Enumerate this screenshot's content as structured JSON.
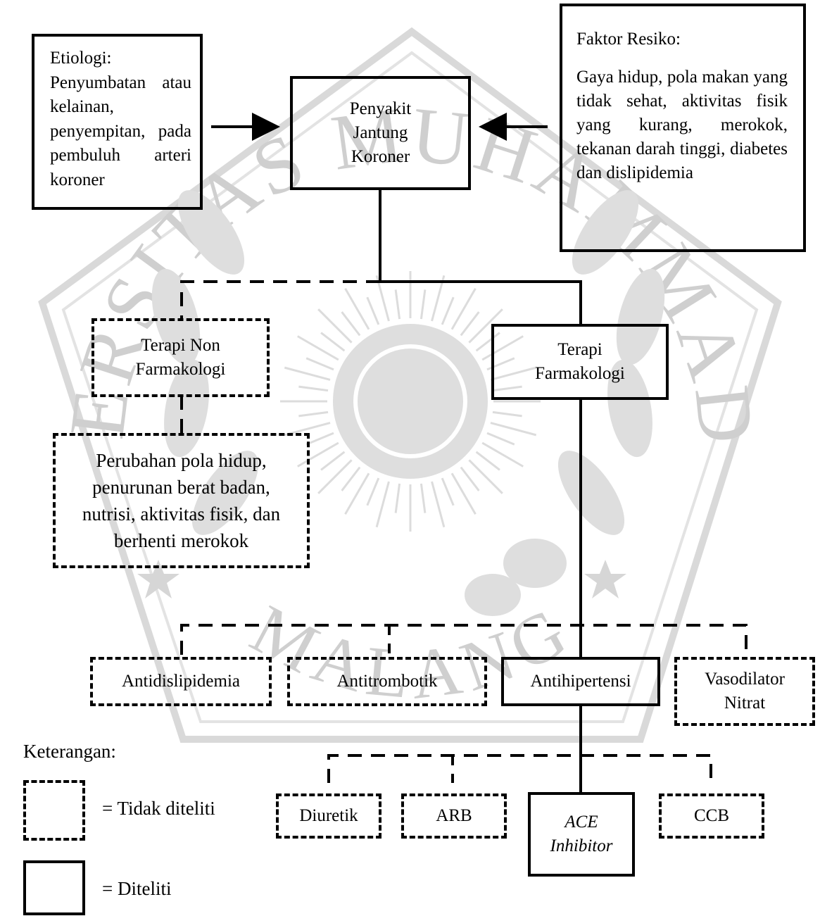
{
  "watermark": {
    "top_arc": "UNIVERSITAS MUHAMMADIYAH",
    "bottom_arc": "MALANG"
  },
  "nodes": {
    "etiologi": {
      "title": "Etiologi:",
      "text": "Penyumbatan atau kelainan, penyempitan, pada pembuluh arteri koroner",
      "studied": true
    },
    "pjk": {
      "text": "Penyakit Jantung Koroner",
      "studied": true
    },
    "faktor_resiko": {
      "title": "Faktor Resiko:",
      "text": "Gaya hidup, pola makan yang tidak sehat, aktivitas fisik yang kurang, merokok, tekanan darah tinggi, diabetes dan dislipidemia",
      "studied": true
    },
    "terapi_non_farmakologi": {
      "text": "Terapi Non Farmakologi",
      "studied": false
    },
    "non_farmakologi_detail": {
      "text": "Perubahan pola hidup, penurunan berat badan, nutrisi, aktivitas fisik, dan berhenti merokok",
      "studied": false
    },
    "terapi_farmakologi": {
      "text": "Terapi Farmakologi",
      "studied": true
    },
    "antidislipidemia": {
      "text": "Antidislipidemia",
      "studied": false
    },
    "antitrombotik": {
      "text": "Antitrombotik",
      "studied": false
    },
    "antihipertensi": {
      "text": "Antihipertensi",
      "studied": true
    },
    "vasodilator_nitrat": {
      "text": "Vasodilator Nitrat",
      "studied": false
    },
    "diuretik": {
      "text": "Diuretik",
      "studied": false
    },
    "arb": {
      "text": "ARB",
      "studied": false
    },
    "ace_inhibitor": {
      "text": "ACE Inhibitor",
      "studied": true
    },
    "ccb": {
      "text": "CCB",
      "studied": false
    }
  },
  "legend": {
    "title": "Keterangan:",
    "not_studied": "= Tidak diteliti",
    "studied": "= Diteliti"
  }
}
